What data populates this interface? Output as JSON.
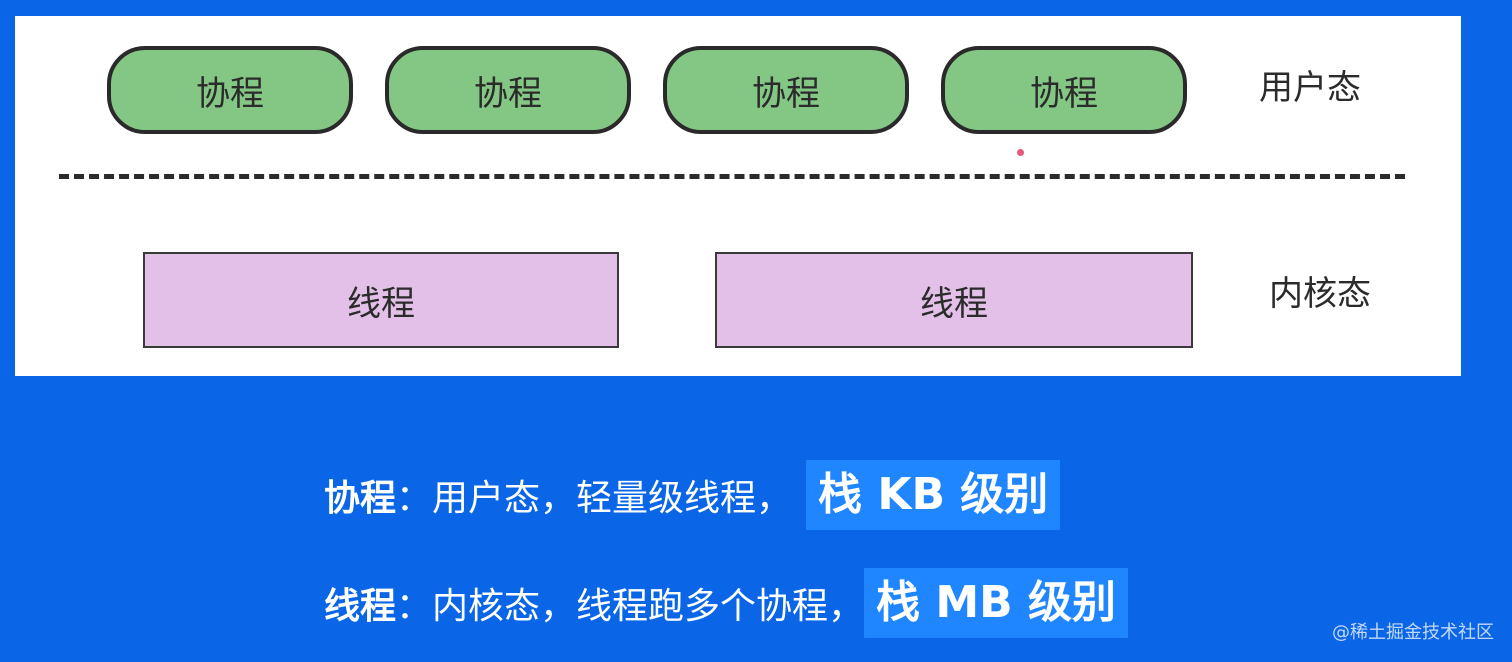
{
  "diagram": {
    "coroutines": [
      "协程",
      "协程",
      "协程",
      "协程"
    ],
    "threads": [
      "线程",
      "线程"
    ],
    "labels": {
      "user_space": "用户态",
      "kernel_space": "内核态"
    }
  },
  "notes": [
    {
      "term": "协程",
      "desc": "：用户态，轻量级线程，",
      "highlight": "栈 KB 级别"
    },
    {
      "term": "线程",
      "desc": "：内核态，线程跑多个协程，",
      "highlight": "栈 MB 级别"
    }
  ],
  "watermark": "@稀土掘金技术社区",
  "colors": {
    "background": "#0a66e6",
    "coroutine_fill": "#84c785",
    "thread_fill": "#e3c0e8",
    "highlight": "#1f86ff"
  }
}
